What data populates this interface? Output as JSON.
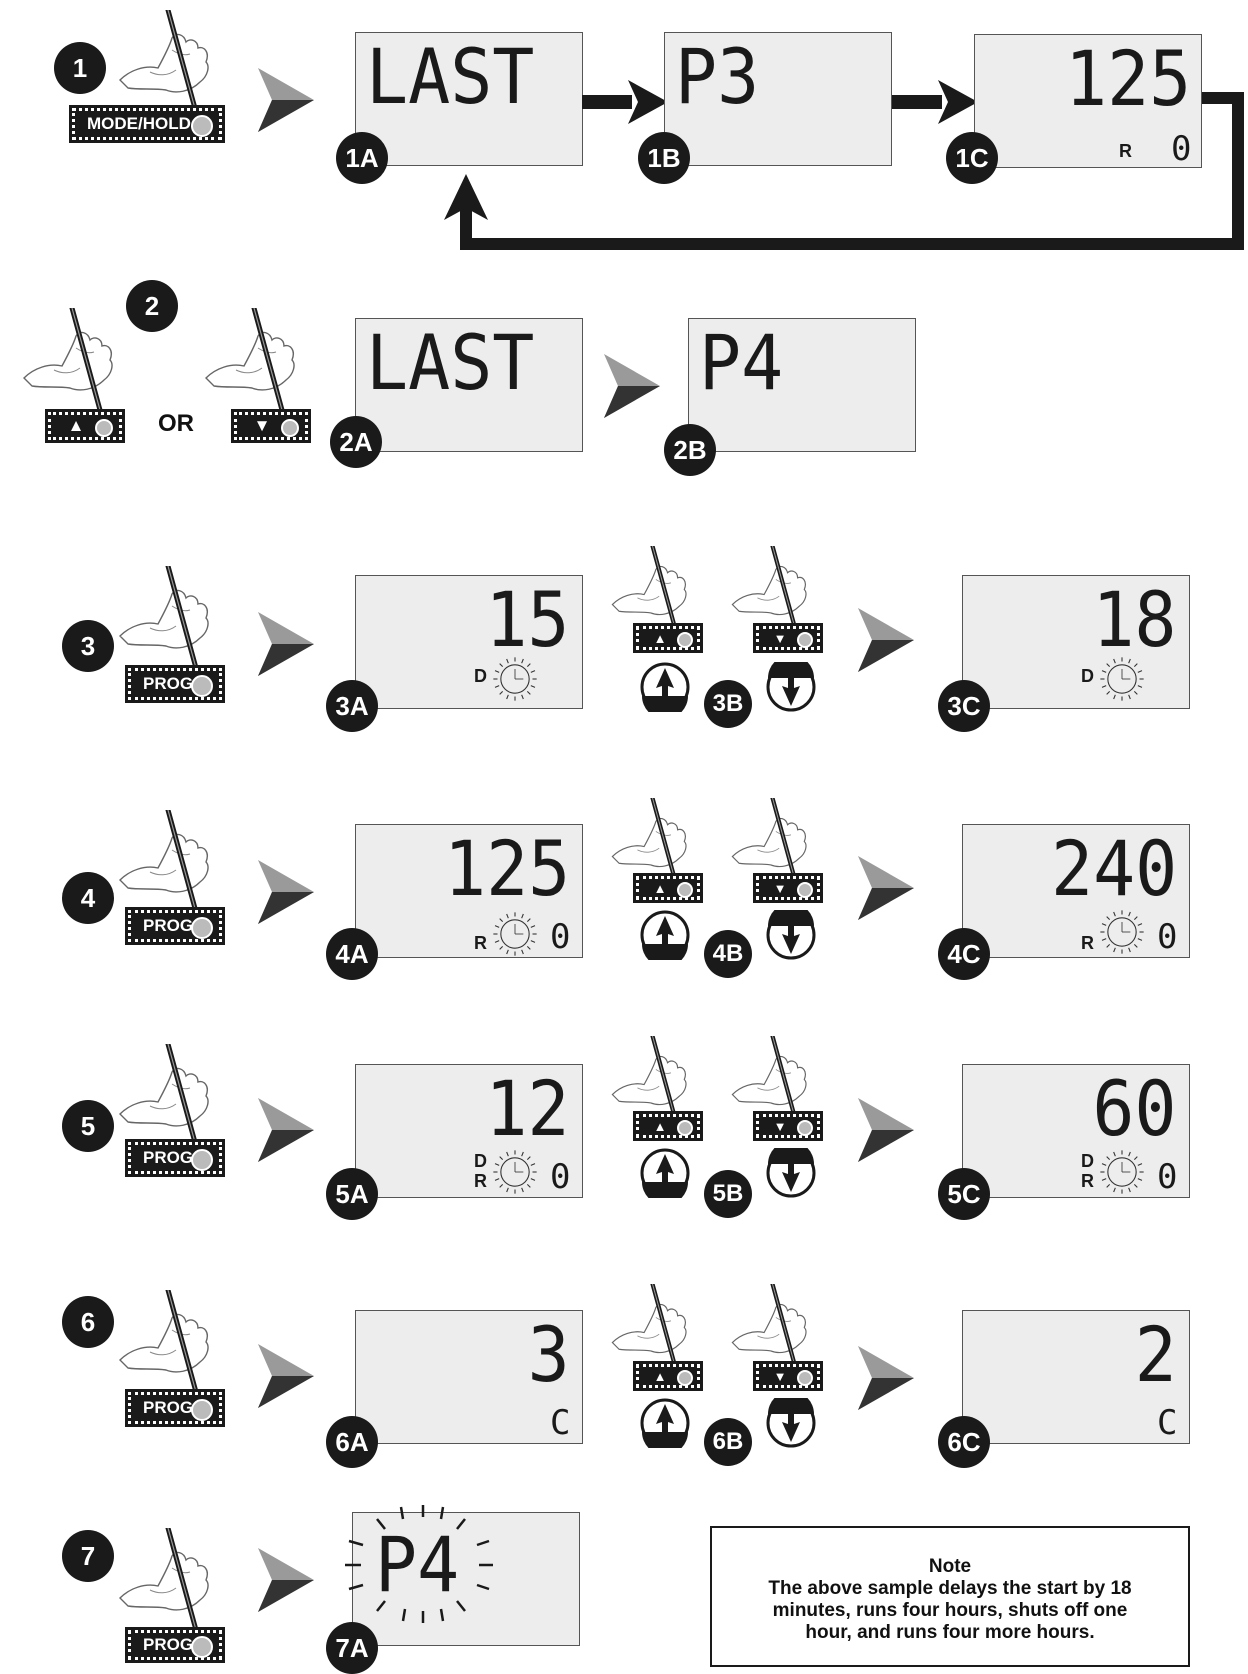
{
  "steps": {
    "s1": "1",
    "s2": "2",
    "s3": "3",
    "s4": "4",
    "s5": "5",
    "s6": "6",
    "s7": "7"
  },
  "buttons": {
    "mode_hold": "MODE/HOLD",
    "prog": "PROG",
    "up": "▲",
    "down": "▼"
  },
  "or_label": "OR",
  "screens": {
    "1A": {
      "badge": "1A",
      "text": "LAST"
    },
    "1B": {
      "badge": "1B",
      "text": "P3"
    },
    "1C": {
      "badge": "1C",
      "text": "125",
      "indicator": "R",
      "digit": "0"
    },
    "2A": {
      "badge": "2A",
      "text": "LAST"
    },
    "2B": {
      "badge": "2B",
      "text": "P4"
    },
    "3A": {
      "badge": "3A",
      "text": "15",
      "indicator": "D"
    },
    "3B": {
      "badge": "3B"
    },
    "3C": {
      "badge": "3C",
      "text": "18",
      "indicator": "D"
    },
    "4A": {
      "badge": "4A",
      "text": "125",
      "indicator": "R",
      "digit": "0"
    },
    "4B": {
      "badge": "4B"
    },
    "4C": {
      "badge": "4C",
      "text": "240",
      "indicator": "R",
      "digit": "0"
    },
    "5A": {
      "badge": "5A",
      "text": "12",
      "indicator_top": "D",
      "indicator_bottom": "R",
      "digit": "0"
    },
    "5B": {
      "badge": "5B"
    },
    "5C": {
      "badge": "5C",
      "text": "60",
      "indicator_top": "D",
      "indicator_bottom": "R",
      "digit": "0"
    },
    "6A": {
      "badge": "6A",
      "text": "3",
      "digit": "C"
    },
    "6B": {
      "badge": "6B"
    },
    "6C": {
      "badge": "6C",
      "text": "2",
      "digit": "C"
    },
    "7A": {
      "badge": "7A",
      "text": "P4"
    }
  },
  "note": {
    "title": "Note",
    "body": "The above sample delays the start by 18 minutes, runs four hours, shuts off one hour, and runs four more hours."
  },
  "icons": [
    "hand-with-stylus-icon",
    "right-triangle-arrow-icon",
    "up-arrow-circle-icon",
    "down-arrow-circle-icon",
    "clock-icon"
  ]
}
